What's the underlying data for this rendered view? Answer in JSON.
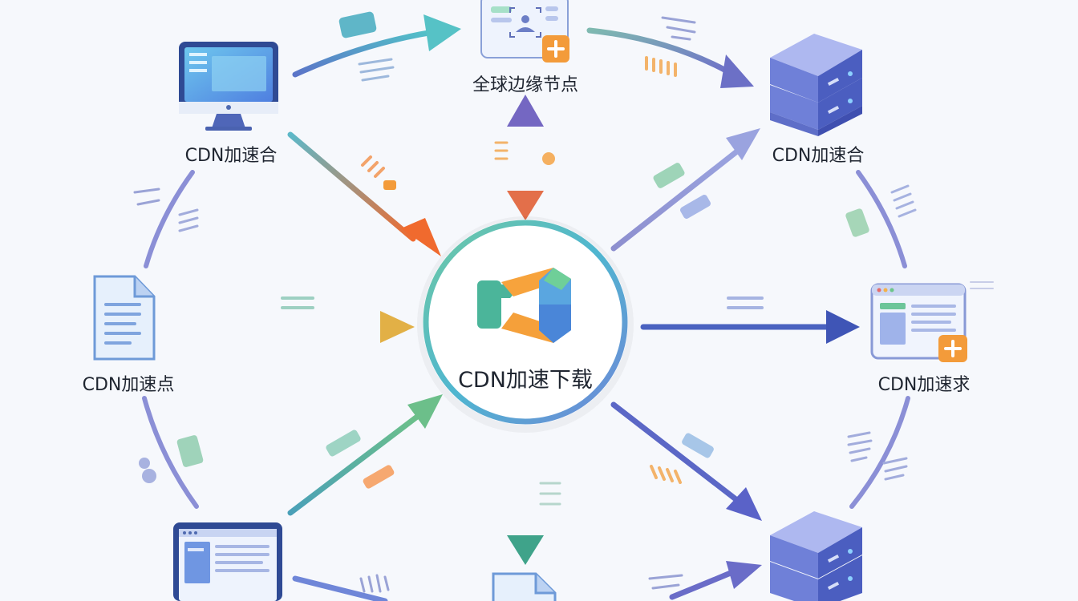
{
  "diagram": {
    "center": {
      "label": "CDN加速下载",
      "icon": "cdn-logo-icon"
    },
    "nodes": [
      {
        "id": "top",
        "label": "全球边缘节点",
        "icon": "edge-node-window-icon"
      },
      {
        "id": "top-left",
        "label": "CDN加速合",
        "icon": "monitor-icon"
      },
      {
        "id": "top-right",
        "label": "CDN加速合",
        "icon": "server-stack-icon"
      },
      {
        "id": "left",
        "label": "CDN加速点",
        "icon": "document-icon"
      },
      {
        "id": "right",
        "label": "CDN加速求",
        "icon": "browser-window-icon"
      },
      {
        "id": "bottom-left",
        "label": "",
        "icon": "monitor-icon"
      },
      {
        "id": "bottom",
        "label": "",
        "icon": "document-icon"
      },
      {
        "id": "bottom-right",
        "label": "",
        "icon": "server-stack-icon"
      }
    ],
    "colors": {
      "teal": "#4fb6c4",
      "green": "#5fba8a",
      "blue": "#4a62c0",
      "purple": "#7d79c6",
      "orange": "#f07a3a",
      "ring": "#6aa7d6",
      "badge": "#f39b3a"
    }
  }
}
